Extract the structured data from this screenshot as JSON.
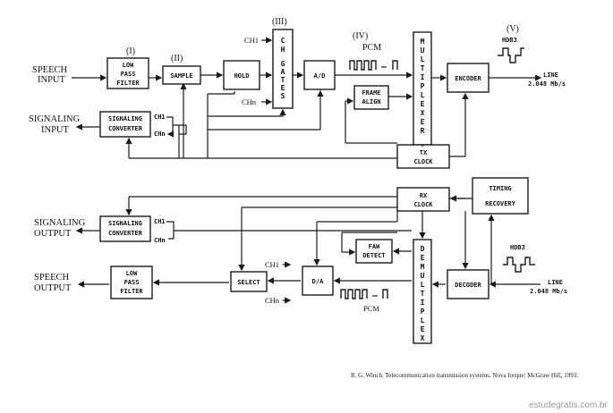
{
  "tx": {
    "speech_input": [
      "SPEECH",
      "INPUT"
    ],
    "signaling_input": [
      "SIGNALING",
      "INPUT"
    ],
    "lowpass": [
      "LOW",
      "PASS",
      "FILTER"
    ],
    "sample": "SAMPLE",
    "hold": "HOLD",
    "ch_gates": [
      "C",
      "H",
      "",
      "G",
      "A",
      "T",
      "E",
      "S"
    ],
    "ad": "A/D",
    "frame_align": [
      "FRAME",
      "ALIGN"
    ],
    "multiplexer": [
      "M",
      "U",
      "L",
      "T",
      "I",
      "P",
      "L",
      "E",
      "X",
      "E",
      "R"
    ],
    "encoder": "ENCODER",
    "sig_converter": [
      "SIGNALING",
      "CONVERTER"
    ],
    "tx_clock": [
      "TX",
      "CLOCK"
    ],
    "ch1": "CH1",
    "chn": "CHn",
    "ch1_small": "CH1",
    "chn_small": "CHn",
    "pcm": "PCM",
    "hdb3": "HDB3",
    "line": [
      "LINE",
      "2.048 Mb/s"
    ],
    "stage_1": "(I)",
    "stage_2": "(II)",
    "stage_3": "(III)",
    "stage_4": "(IV)",
    "stage_5": "(V)"
  },
  "rx": {
    "signaling_output": [
      "SIGNALING",
      "OUTPUT"
    ],
    "speech_output": [
      "SPEECH",
      "OUTPUT"
    ],
    "sig_converter": [
      "SIGNALING",
      "CONVERTER"
    ],
    "rx_clock": [
      "RX",
      "CLOCK"
    ],
    "timing_recovery": [
      "TIMING",
      "RECOVERY"
    ],
    "faw_detect": [
      "FAW",
      "DETECT"
    ],
    "demultiplexer": [
      "D",
      "E",
      "M",
      "U",
      "L",
      "T",
      "I",
      "P",
      "L",
      "E",
      "X"
    ],
    "decoder": "DECODER",
    "da": "D/A",
    "select": "SELECT",
    "lowpass": [
      "LOW",
      "PASS",
      "FILTER"
    ],
    "ch1": "CH1",
    "chn": "CHn",
    "ch1_small": "CH1",
    "chn_small": "CHn",
    "pcm": "PCM",
    "hdb3": "HDB3",
    "line": [
      "LINE",
      "2.048 Mb/s"
    ]
  },
  "caption": "R. G. Winch. Telecommunication transmission systems. Nova Iorque: McGraw Hill, 1993.",
  "watermark": "estudegratis.com.br"
}
